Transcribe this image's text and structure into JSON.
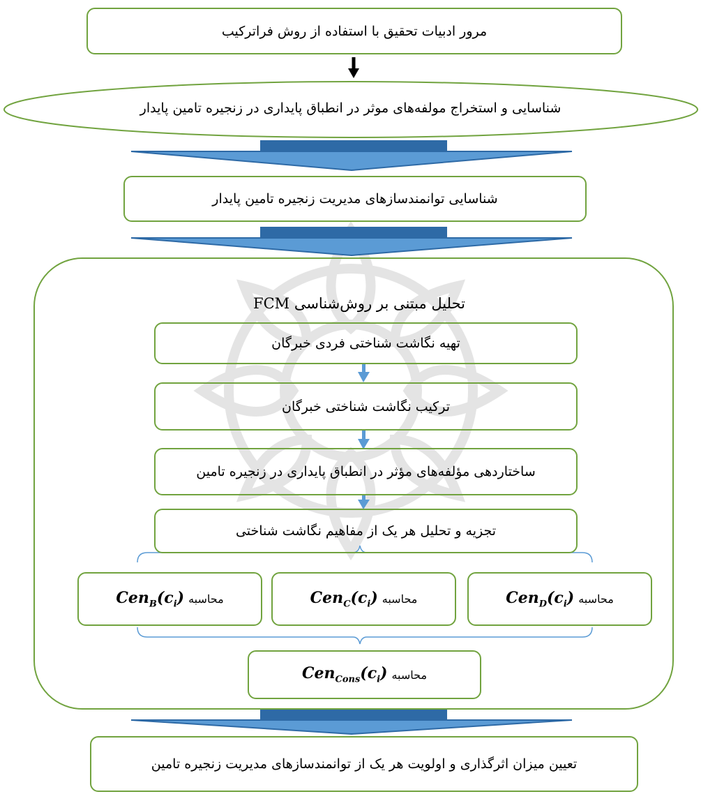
{
  "colors": {
    "box_border": "#71a33f",
    "arrow_dark": "#1f4e79",
    "arrow_light": "#5b9bd5",
    "watermark": "#d9d9d9"
  },
  "steps": {
    "literature_review": "مرور ادبیات تحقیق با استفاده از روش فراترکیب",
    "identify_components": "شناسایی و استخراج مولفه‌های موثر در انطباق پایداری در زنجیره تامین پایدار",
    "identify_enablers": "شناسایی توانمندسازهای مدیریت زنجیره تامین پایدار"
  },
  "fcm": {
    "title": "تحلیل مبتنی بر روش‌شناسی FCM",
    "substeps": [
      "تهیه نگاشت شناختی فردی خبرگان",
      "ترکیب نگاشت شناختی خبرگان",
      "ساختاردهی مؤلفه‌های مؤثر در انطباق پایداری در زنجیره تامین",
      "تجزیه و تحلیل هر یک از مفاهیم نگاشت شناختی"
    ],
    "calc_label": "محاسبه",
    "centrality": {
      "base": "Cen",
      "d_sub": "D",
      "c_sub": "C",
      "b_sub": "B",
      "cons_sub": "Cons",
      "arg_open": "(",
      "arg_var": "c",
      "arg_sub": "i",
      "arg_close": ")"
    }
  },
  "final_step": "تعیین میزان اثرگذاری و  اولویت هر یک از توانمندسازهای مدیریت زنجیره تامین"
}
